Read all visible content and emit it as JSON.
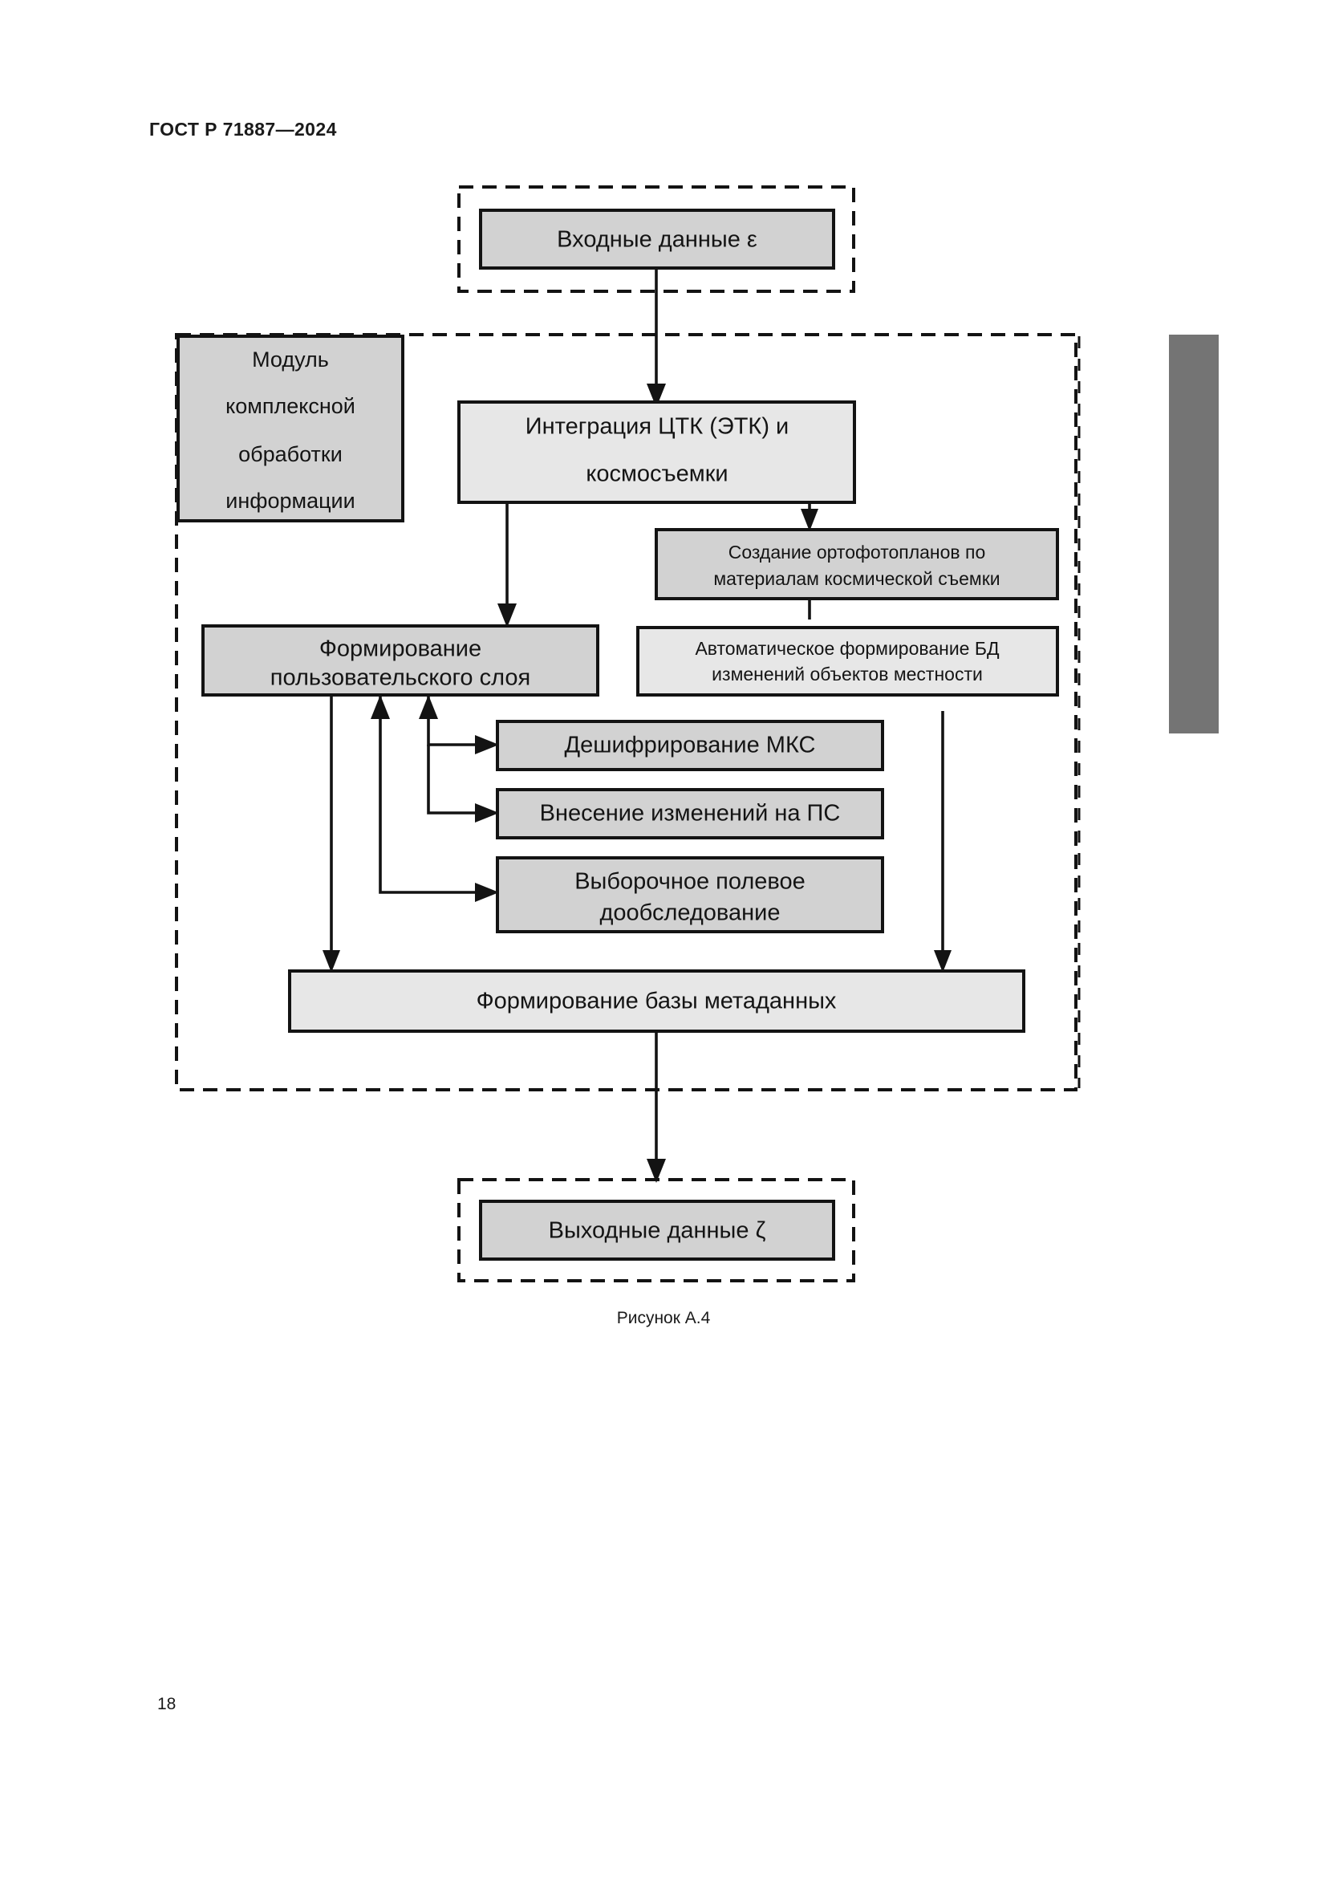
{
  "document": {
    "header": "ГОСТ Р 71887—2024",
    "page_number": "18",
    "figure_caption": "Рисунок А.4"
  },
  "colors": {
    "box_dark": "#d2d2d2",
    "box_light": "#e7e7e7",
    "outline": "#131313",
    "scan_strip": "#747474",
    "page_background": "#ffffff"
  },
  "diagram": {
    "type": "flowchart",
    "title": "Рисунок А.4",
    "module_label": {
      "line1": "Модуль",
      "line2": "комплексной",
      "line3": "обработки",
      "line4": "информации"
    },
    "nodes": {
      "input": {
        "label": "Входные данные ε",
        "shade": "dark"
      },
      "integration": {
        "line1": "Интеграция ЦТК (ЭТК) и",
        "line2": "космосъемки",
        "shade": "light"
      },
      "orthophoto": {
        "line1": "Создание ортофотопланов по",
        "line2": "материалам космической съемки",
        "shade": "dark"
      },
      "user_layer": {
        "line1": "Формирование",
        "line2": "пользовательского слоя",
        "shade": "dark"
      },
      "change_db": {
        "line1": "Автоматическое формирование БД",
        "line2": "изменений объектов местности",
        "shade": "light"
      },
      "decoding": {
        "label": "Дешифрирование МКС",
        "shade": "dark"
      },
      "changes_ps": {
        "label": "Внесение изменений на ПС",
        "shade": "dark"
      },
      "field_survey": {
        "line1": "Выборочное полевое",
        "line2": "дообследование",
        "shade": "dark"
      },
      "metadata_base": {
        "label": "Формирование базы метаданных",
        "shade": "light"
      },
      "output": {
        "label": "Выходные данные ζ",
        "shade": "dark"
      }
    },
    "edges": [
      {
        "from": "input",
        "to": "integration"
      },
      {
        "from": "integration",
        "to": "user_layer"
      },
      {
        "from": "integration",
        "to": "orthophoto"
      },
      {
        "from": "orthophoto",
        "to": "change_db"
      },
      {
        "from": "user_layer",
        "to": "decoding"
      },
      {
        "from": "user_layer",
        "to": "changes_ps"
      },
      {
        "from": "user_layer",
        "to": "field_survey"
      },
      {
        "from": "decoding",
        "to": "user_layer"
      },
      {
        "from": "changes_ps",
        "to": "user_layer"
      },
      {
        "from": "field_survey",
        "to": "user_layer"
      },
      {
        "from": "user_layer",
        "to": "metadata_base"
      },
      {
        "from": "change_db",
        "to": "metadata_base"
      },
      {
        "from": "metadata_base",
        "to": "output"
      }
    ]
  }
}
